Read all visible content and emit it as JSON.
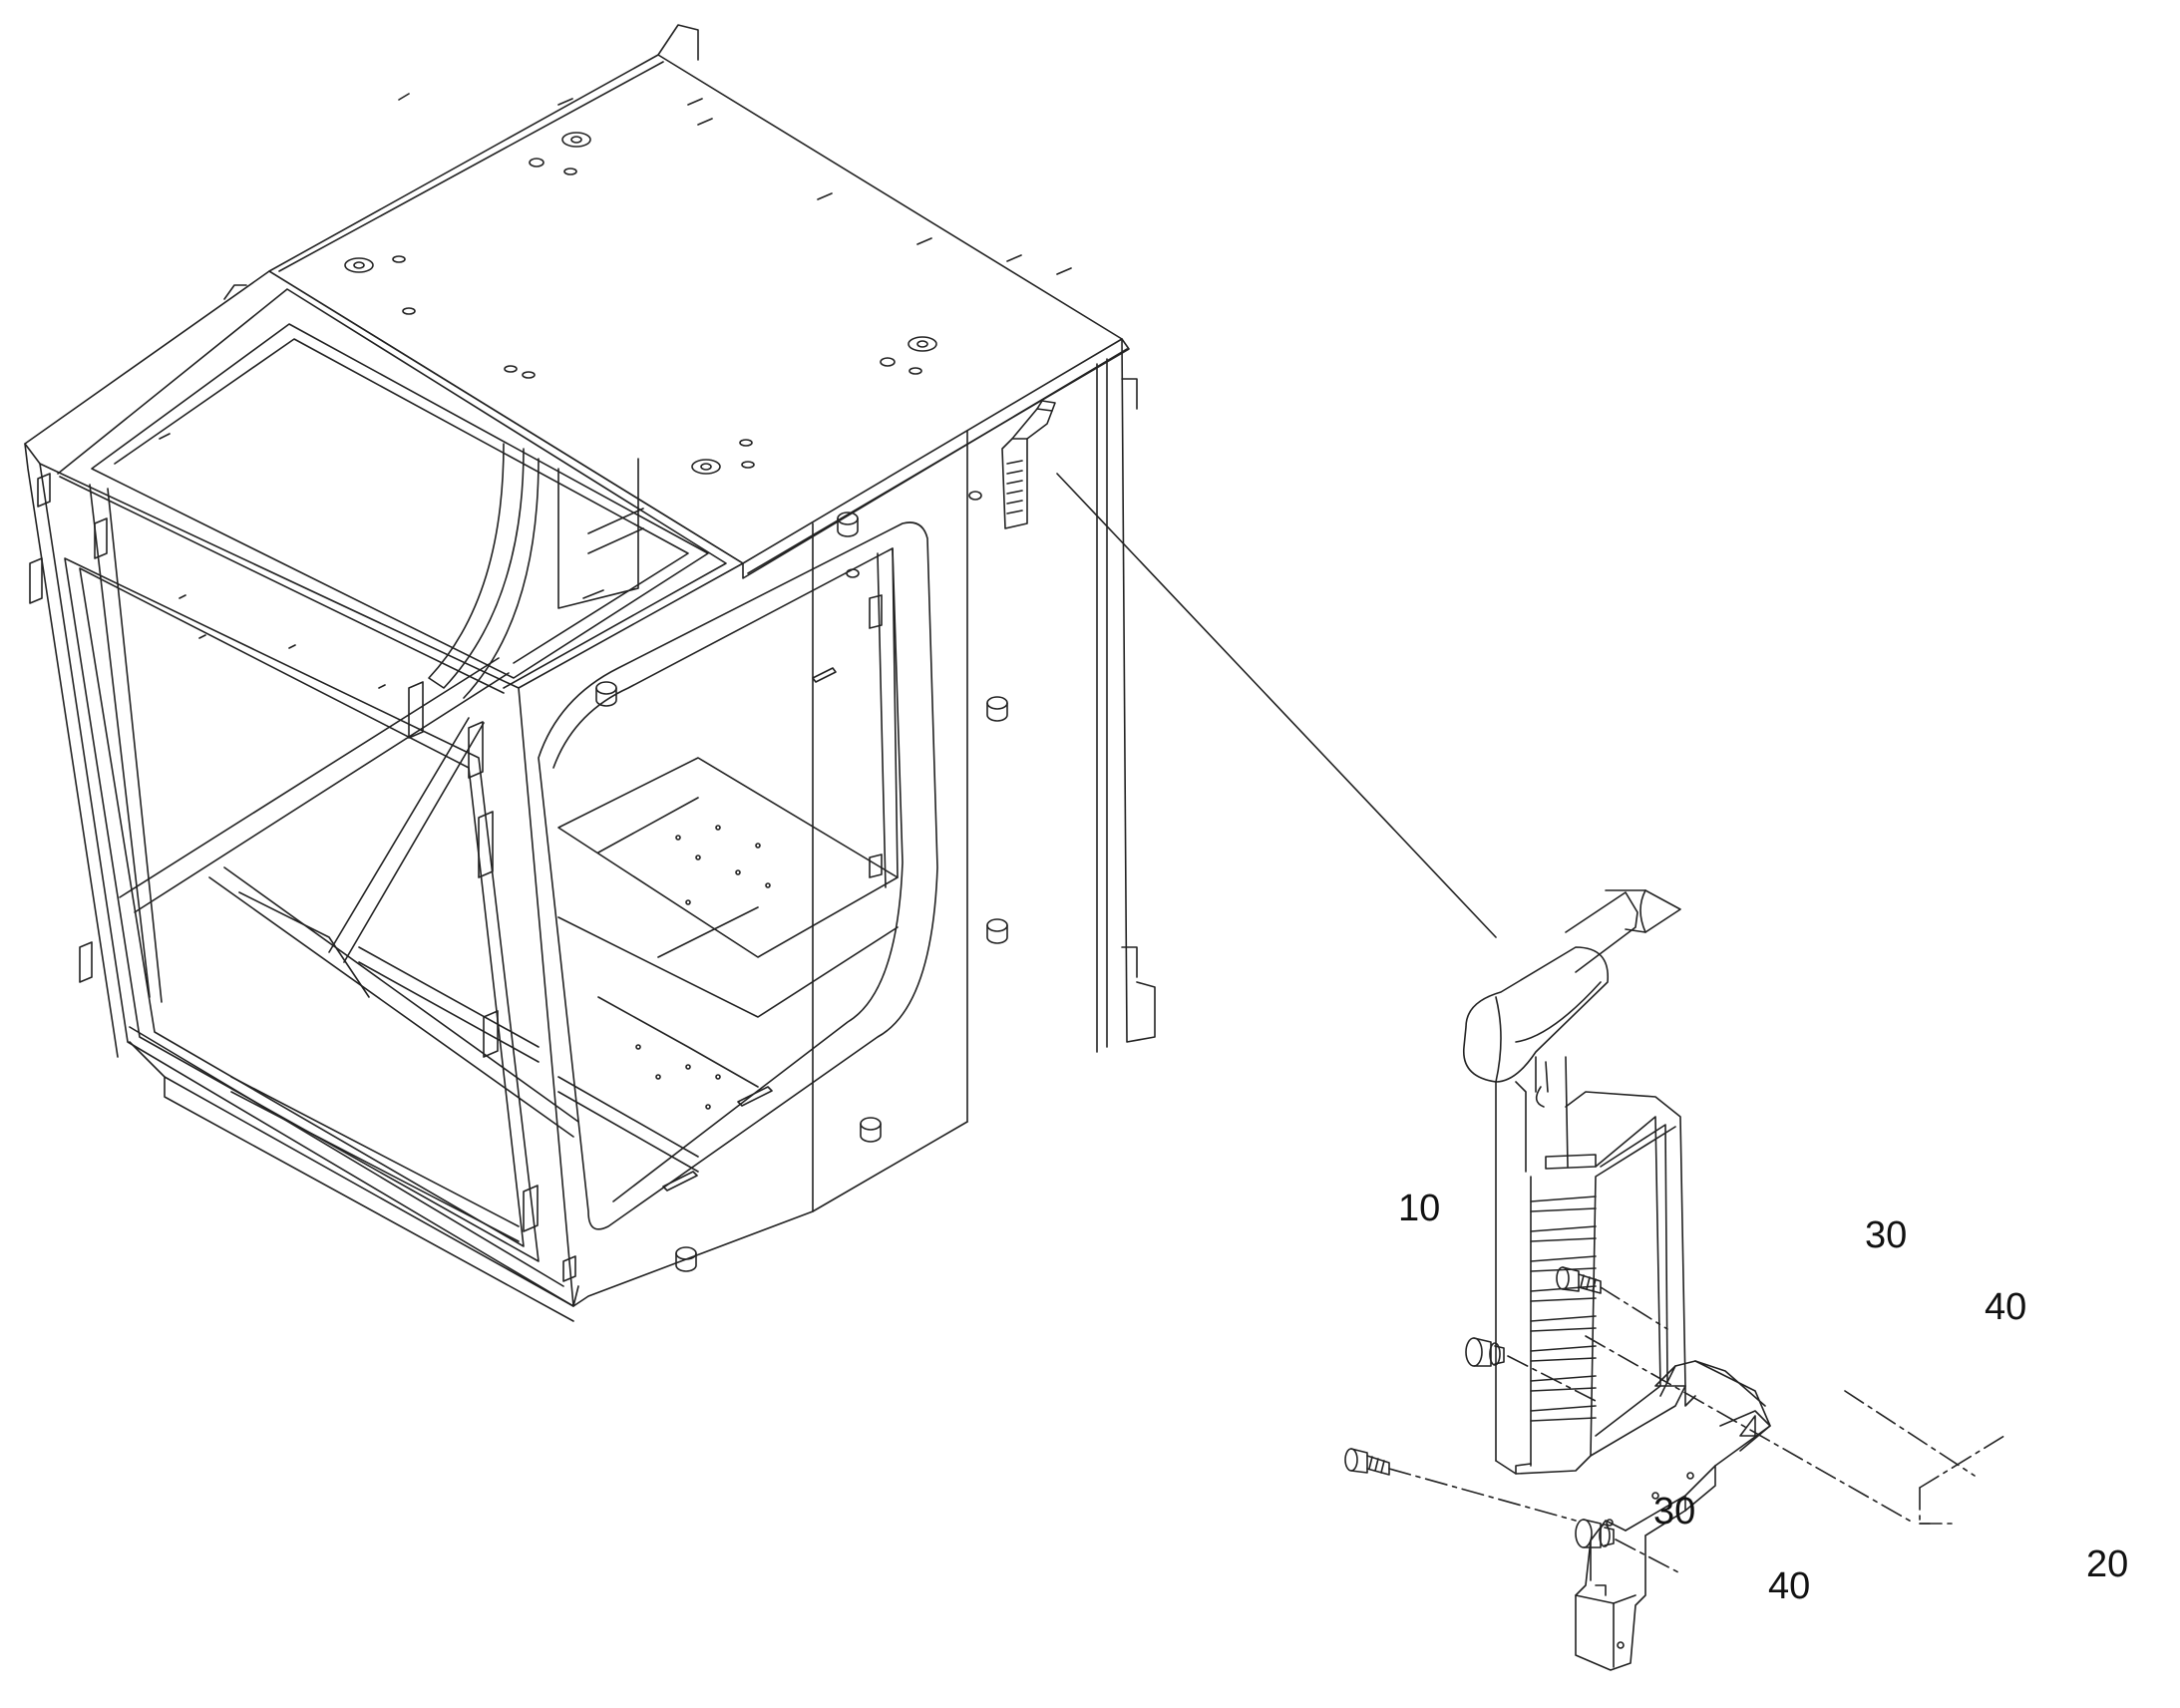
{
  "diagram": {
    "type": "exploded-parts-diagram",
    "line_color": "#222222",
    "callouts": [
      {
        "id": "c10",
        "label": "10",
        "part": "hammer-handle"
      },
      {
        "id": "c20",
        "label": "20",
        "part": "mounting-bracket"
      },
      {
        "id": "c30a",
        "label": "30",
        "part": "screw"
      },
      {
        "id": "c40a",
        "label": "40",
        "part": "washer-nut"
      },
      {
        "id": "c30b",
        "label": "30",
        "part": "screw"
      },
      {
        "id": "c40b",
        "label": "40",
        "part": "washer-nut"
      }
    ]
  }
}
